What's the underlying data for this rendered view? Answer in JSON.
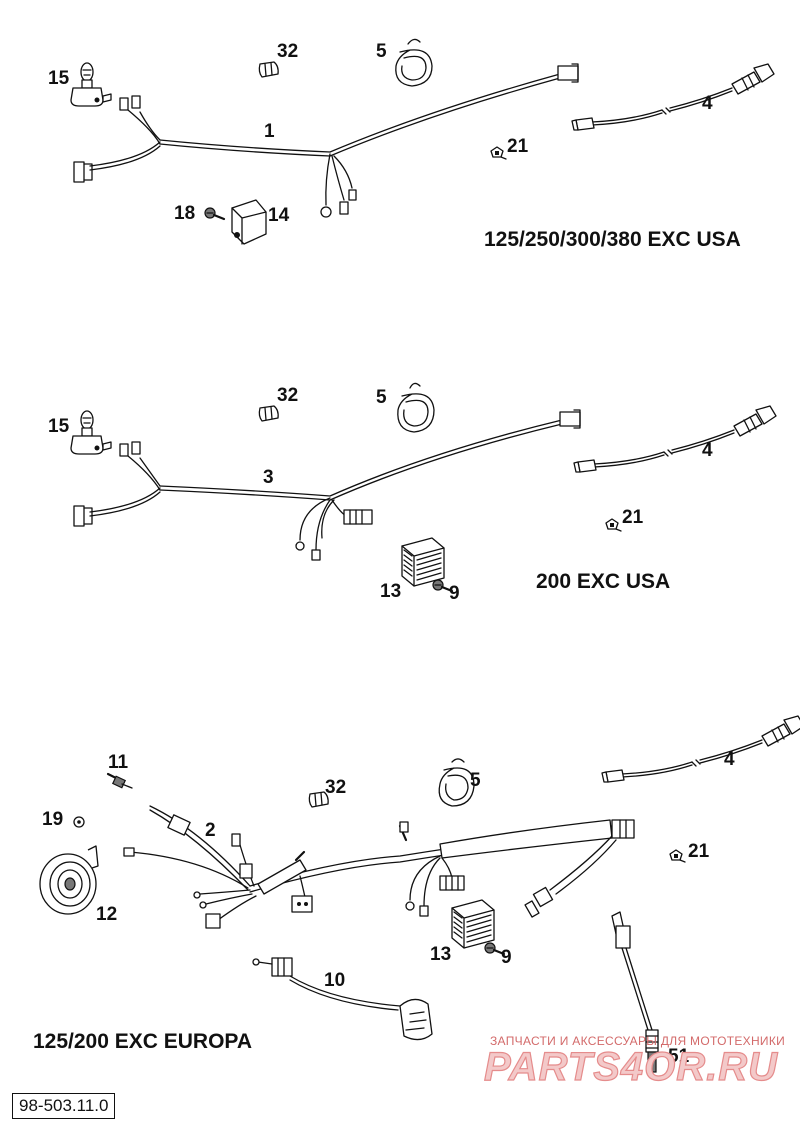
{
  "diagram": {
    "sections": [
      {
        "title": "125/250/300/380 EXC USA",
        "labels": [
          "15",
          "32",
          "5",
          "1",
          "4",
          "21",
          "18",
          "14"
        ]
      },
      {
        "title": "200 EXC USA",
        "labels": [
          "15",
          "32",
          "5",
          "3",
          "4",
          "21",
          "13",
          "9"
        ]
      },
      {
        "title": "125/200 EXC EUROPA",
        "labels": [
          "11",
          "32",
          "5",
          "4",
          "19",
          "2",
          "21",
          "12",
          "13",
          "9",
          "10",
          "51"
        ]
      }
    ],
    "reference": "98-503.11.0"
  },
  "watermark": {
    "tagline": "ЗАПЧАСТИ И АКСЕССУАРЫ ДЛЯ МОТОТЕХНИКИ",
    "brand": "PARTS4OR.RU"
  }
}
